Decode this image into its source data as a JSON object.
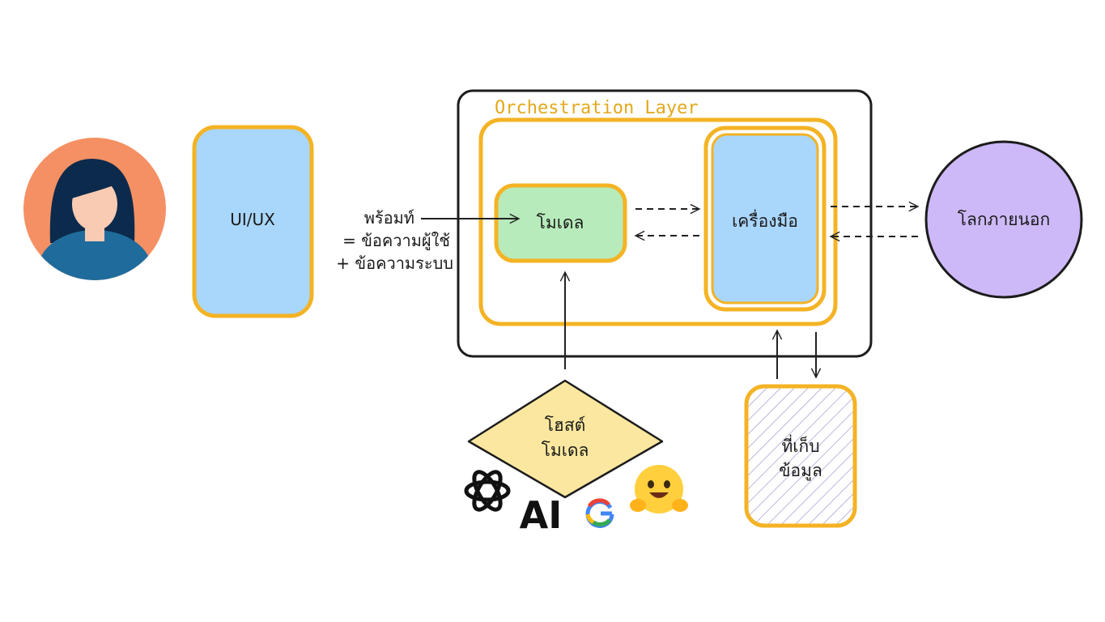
{
  "orchestration": {
    "title": "Orchestration Layer"
  },
  "ui": {
    "label": "UI/UX"
  },
  "prompt": {
    "line1": "พร้อมท์",
    "line2": "= ข้อความผู้ใช้",
    "line3": "+ ข้อความระบบ"
  },
  "model": {
    "label": "โมเดล"
  },
  "tools": {
    "label": "เครื่องมือ"
  },
  "world": {
    "label": "โลกภายนอก"
  },
  "host": {
    "line1": "โฮสต์",
    "line2": "โมเดล"
  },
  "storage": {
    "line1": "ที่เก็บ",
    "line2": "ข้อมูล"
  },
  "providers": {
    "anthropic_mark": "AI",
    "google_mark": "G"
  },
  "colors": {
    "orange_border": "#f4b324",
    "ui_fill": "#a9d6fb",
    "model_fill": "#b7ebbb",
    "world_fill": "#cdb9f7",
    "host_fill": "#fbe79f",
    "avatar_bg": "#f49063",
    "avatar_shirt": "#1f6c9c",
    "avatar_hair": "#0c2a4c",
    "avatar_skin": "#f8cbb2"
  }
}
